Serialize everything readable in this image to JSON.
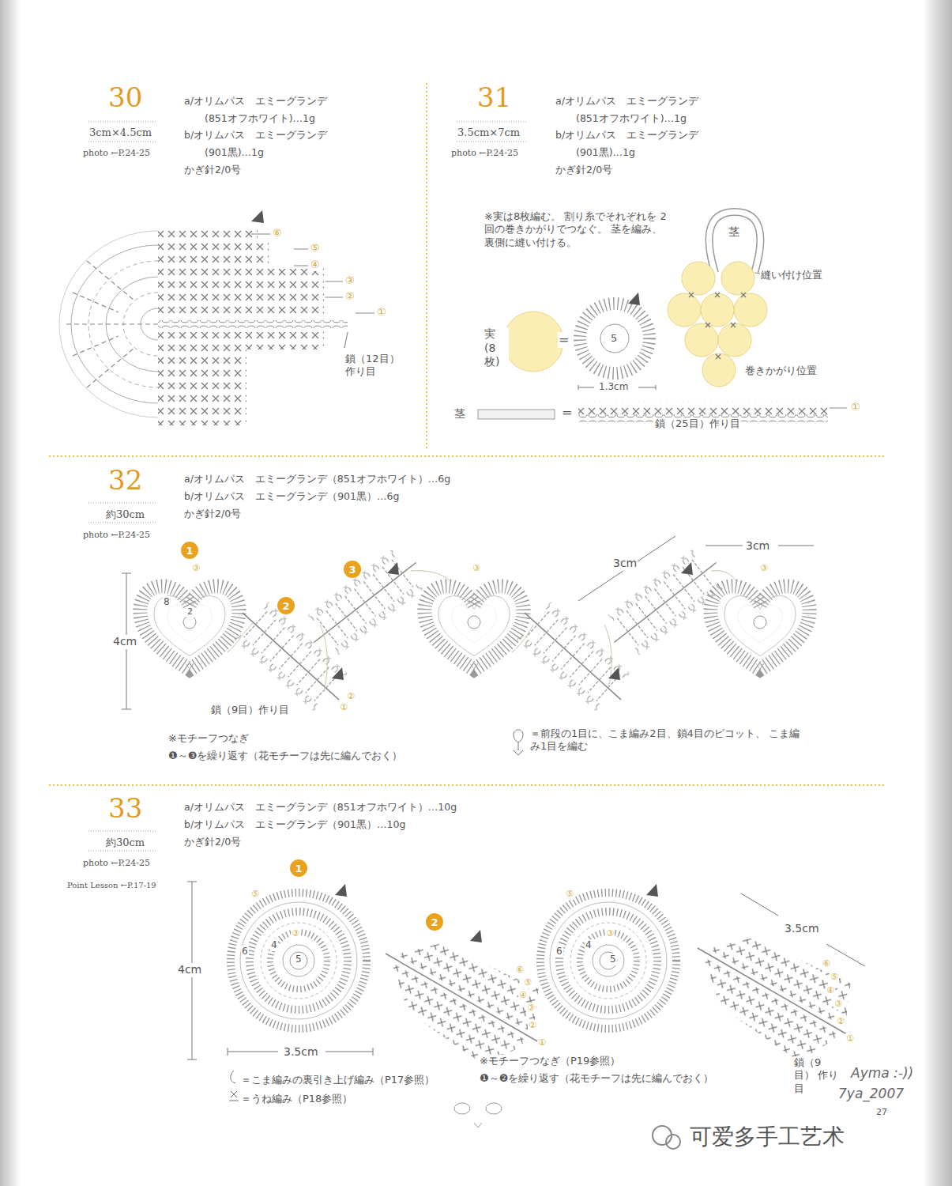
{
  "diagram": {
    "nodes": [
      {
        "text": [
          "1"
        ]
      },
      {
        "text": [
          "2"
        ]
      },
      {
        "text": [
          "3"
        ]
      },
      {
        "text": [
          "1"
        ]
      },
      {
        "text": [
          "2"
        ]
      }
    ],
    "labels": [
      "30",
      "3cm×4.5cm",
      "photo ←P.24-25",
      "a/オリムパス　エミーグランデ",
      "(851オフホワイト)…1g",
      "b/オリムパス　エミーグランデ",
      "(901黒)…1g",
      "かぎ針2/0号",
      "⑥",
      "⑤",
      "④",
      "③",
      "②",
      "①",
      "鎖（12目） 作り目",
      "31",
      "3.5cm×7cm",
      "photo ←P.24-25",
      "a/オリムパス　エミーグランデ",
      "(851オフホワイト)…1g",
      "b/オリムパス　エミーグランデ",
      "(901黒)…1g",
      "かぎ針2/0号",
      "※実は8枚編む。 割り糸でそれぞれを 2回の巻きかがりでつなぐ。 茎を編み、裏側に縫い付ける。",
      "茎",
      "縫い付け位置",
      "実 (8枚)",
      "=",
      "5",
      "1.3cm",
      "巻きかがり位置",
      "茎",
      "=",
      "①",
      "鎖（25目）作り目",
      "32",
      "約30cm",
      "photo ←P.24-25",
      "a/オリムパス　エミーグランデ（851オフホワイト）…6g",
      "b/オリムパス　エミーグランデ（901黒）…6g",
      "かぎ針2/0号",
      "③",
      "8",
      "2",
      "③",
      "③",
      "4cm",
      "3cm",
      "3cm",
      "鎖（9目）作り目",
      "②",
      "①",
      "※モチーフつなぎ",
      "❶～❸を繰り返す（花モチーフは先に編んでおく）",
      "＝前段の1目に、こま編み2目、鎖4目のピコット、 こま編み1目を編む",
      "33",
      "約30cm",
      "photo ←P.24-25",
      "Point Lesson ←P.17-19",
      "a/オリムパス　エミーグランデ（851オフホワイト）…10g",
      "b/オリムパス　エミーグランデ（901黒）…10g",
      "かぎ針2/0号",
      "⑤",
      "6",
      "4",
      "③",
      "5",
      "⑤",
      "6",
      "4",
      "③",
      "5",
      "4cm",
      "3.5cm",
      "3.5cm",
      "⑥",
      "⑤",
      "④",
      "③",
      "②",
      "①",
      "⑥",
      "⑤",
      "④",
      "③",
      "②",
      "①",
      "鎖（9目） 作り目",
      "※モチーフつなぎ（P19参照）",
      "❶～❷を繰り返す（花モチーフは先に編んでおく）",
      "＝こま編みの裏引き上げ編み（P17参照）",
      "＝うね編み（P18参照）",
      "Ayma :-))",
      "7ya_2007",
      "27",
      "可爱多手工艺术"
    ]
  }
}
